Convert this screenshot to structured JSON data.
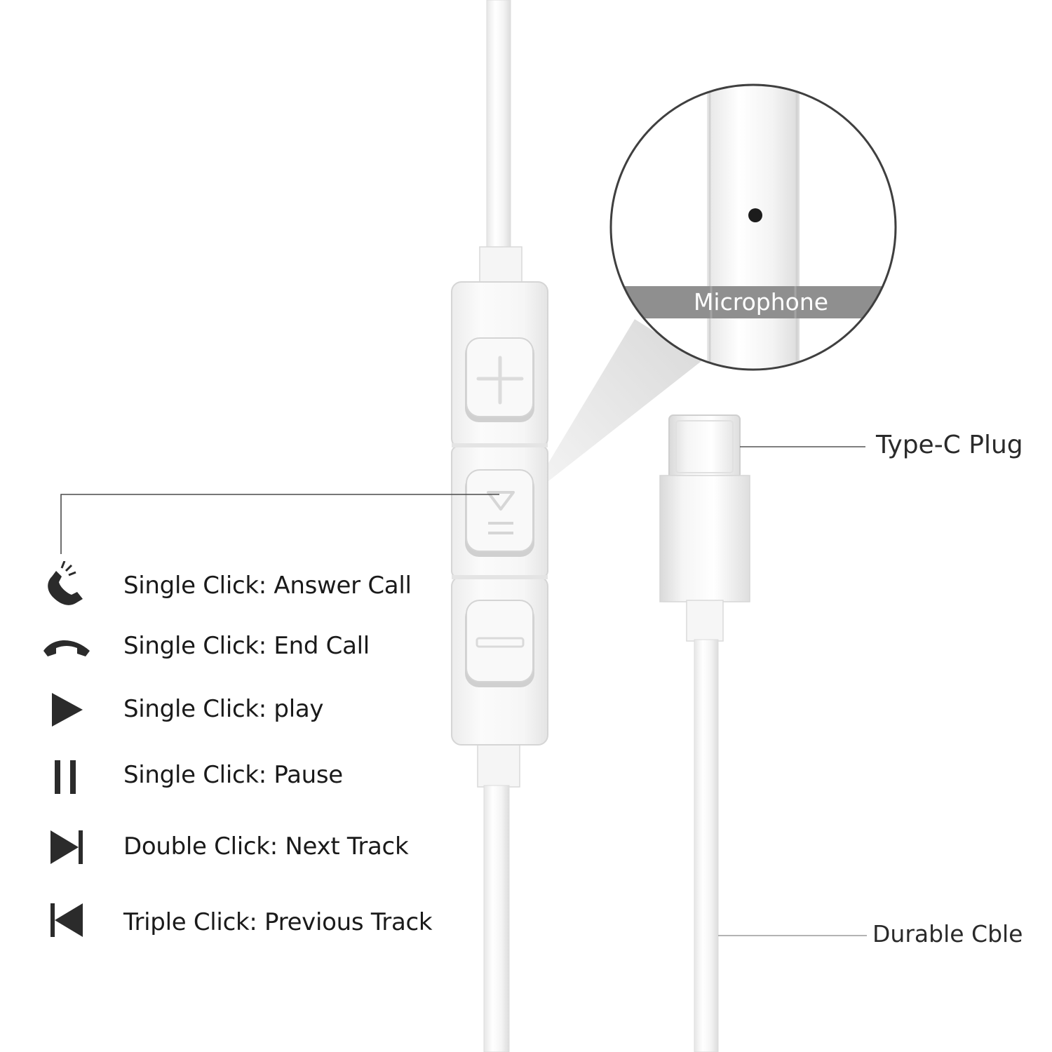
{
  "title": "",
  "callouts": {
    "microphone": "Microphone",
    "type_c_plug": "Type-C Plug",
    "durable_cable": "Durable Cble"
  },
  "remote_buttons": [
    {
      "icon": "plus-icon"
    },
    {
      "icon": "play-pause-icon"
    },
    {
      "icon": "minus-icon"
    }
  ],
  "legend": [
    {
      "icon": "phone-ringing-icon",
      "text": "Single Click: Answer Call"
    },
    {
      "icon": "phone-hangup-icon",
      "text": "Single Click: End Call"
    },
    {
      "icon": "play-icon",
      "text": "Single Click: play"
    },
    {
      "icon": "pause-icon",
      "text": "Single Click: Pause"
    },
    {
      "icon": "next-track-icon",
      "text": "Double Click: Next Track"
    },
    {
      "icon": "previous-track-icon",
      "text": "Triple Click: Previous Track"
    }
  ],
  "colors": {
    "background": "#ffffff",
    "product": "#f7f7f7",
    "outline": "#d8d8d8",
    "microphone_band": "#8f8f8f",
    "text": "#1a1a1a",
    "icon": "#2b2b2b",
    "leader_line": "#4a4a4a"
  }
}
